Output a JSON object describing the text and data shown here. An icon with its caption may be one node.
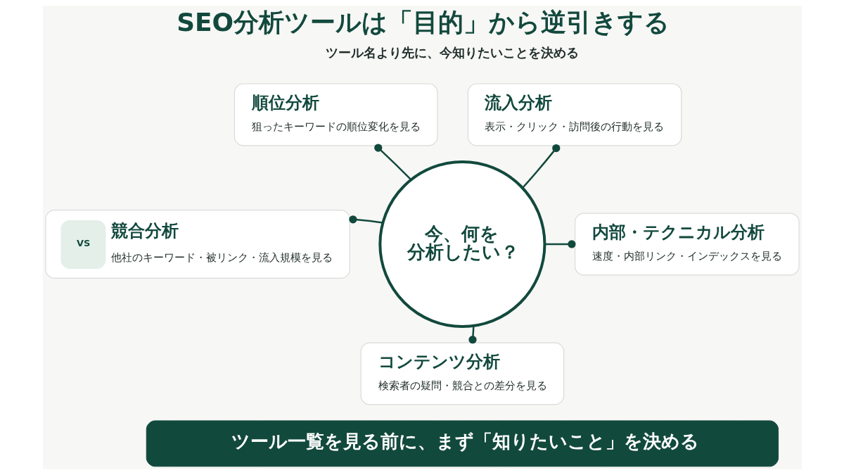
{
  "diagram": {
    "title": "SEO分析ツールは「目的」から逆引きする",
    "nodes": [
      {
        "text": [
          "順位分析",
          "狙ったキーワードの順位変化を見る"
        ]
      },
      {
        "text": [
          "流入分析",
          "表示・クリック・訪問後の行動を見る"
        ]
      },
      {
        "text": [
          "今、何を分析したい？"
        ]
      },
      {
        "text": [
          "VS",
          "競合分析",
          "他社のキーワード・被リンク・流入規模を見る"
        ]
      },
      {
        "text": [
          "内部・テクニカル分析",
          "速度・内部リンク・インデックスを見る"
        ]
      },
      {
        "text": [
          "コンテンツ分析",
          "検索者の疑問・競合との差分を見る"
        ]
      },
      {
        "text": [
          "ツール一覧を見る前に、まず「知りたいこと」を決める"
        ]
      }
    ],
    "edges": [
      {
        "from": 2,
        "to": 0,
        "arrow": "other"
      },
      {
        "from": 2,
        "to": 1,
        "arrow": "other"
      },
      {
        "from": 2,
        "to": 3,
        "arrow": "other"
      },
      {
        "from": 2,
        "to": 4,
        "arrow": "other"
      },
      {
        "from": 2,
        "to": 5,
        "arrow": "other"
      }
    ],
    "labels": [
      "ツール名より先に、今知りたいことを決める"
    ]
  }
}
